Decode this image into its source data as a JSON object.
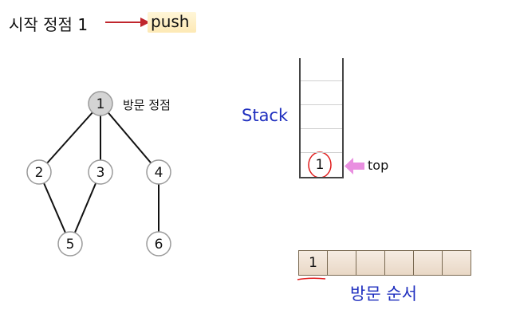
{
  "header": {
    "start_label": "시작 정점 1",
    "action": "push"
  },
  "graph": {
    "nodes": [
      {
        "id": "1",
        "label": "1",
        "visited": true
      },
      {
        "id": "2",
        "label": "2",
        "visited": false
      },
      {
        "id": "3",
        "label": "3",
        "visited": false
      },
      {
        "id": "4",
        "label": "4",
        "visited": false
      },
      {
        "id": "5",
        "label": "5",
        "visited": false
      },
      {
        "id": "6",
        "label": "6",
        "visited": false
      }
    ],
    "edges": [
      [
        "1",
        "2"
      ],
      [
        "1",
        "3"
      ],
      [
        "1",
        "4"
      ],
      [
        "2",
        "5"
      ],
      [
        "3",
        "5"
      ],
      [
        "4",
        "6"
      ]
    ],
    "visited_label": "방문 정점"
  },
  "stack": {
    "label": "Stack",
    "items": [
      "1"
    ],
    "top_label": "top"
  },
  "visit_order": {
    "title": "방문 순서",
    "cells": [
      "1",
      "",
      "",
      "",
      "",
      ""
    ]
  },
  "colors": {
    "arrow": "#c0262d",
    "label_blue": "#1f2fbf",
    "pointer": "#e98fe0",
    "annotation_red": "#e01b1b",
    "visited_node": "#d4d4d4"
  }
}
